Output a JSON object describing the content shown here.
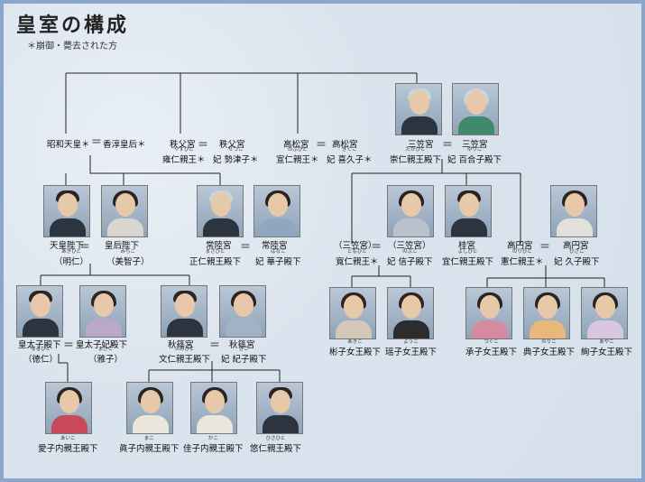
{
  "title": "皇室の構成",
  "note": "＊崩御・薨去された方",
  "people": {
    "showa": "昭和天皇＊",
    "kojun": "香淳皇后＊",
    "chichibu_title_l": "秩父宮",
    "chichibu_title_r": "秩父宮",
    "yasuhito": "雍仁親王＊",
    "yasuhito_ruby": "やすひと",
    "setsuko": "妃 勢津子＊",
    "setsuko_ruby": "せつこ",
    "takamatsu_title_l": "高松宮",
    "takamatsu_title_r": "高松宮",
    "nobuhito": "宣仁親王＊",
    "nobuhito_ruby": "のぶひと",
    "kikuko": "妃 喜久子＊",
    "kikuko_ruby": "きくこ",
    "mikasa_title_l": "三笠宮",
    "mikasa_title_r": "三笠宮",
    "takahito": "崇仁親王殿下",
    "takahito_ruby": "たかひと",
    "yuriko": "妃 百合子殿下",
    "yuriko_ruby": "ゆりこ",
    "tenno": "天皇陛下",
    "akihito": "（明仁）",
    "akihito_ruby": "あきひと",
    "kogo": "皇后陛下",
    "michiko": "（美智子）",
    "michiko_ruby": "みちこ",
    "hitachi_title_l": "常陸宮",
    "hitachi_title_r": "常陸宮",
    "masahito": "正仁親王殿下",
    "masahito_ruby": "まさひと",
    "hanako": "妃 華子殿下",
    "hanako_ruby": "はなこ",
    "mk_tomohito_title": "（三笠宮）",
    "tomohito": "寬仁親王＊",
    "tomohito_ruby": "ともひと",
    "mk_nobuko_title": "（三笠宮）",
    "nobuko": "妃 信子殿下",
    "nobuko_ruby": "のぶこ",
    "katsura_title": "桂宮",
    "yoshihito": "宜仁親王殿下",
    "yoshihito_ruby": "よしひと",
    "takamado_title_l": "高円宮",
    "takamado_title_r": "高円宮",
    "norihito": "憲仁親王＊",
    "norihito_ruby": "のりひと",
    "hisako": "妃 久子殿下",
    "hisako_ruby": "ひさこ",
    "kotaishi": "皇太子殿下",
    "naruhito": "（徳仁）",
    "naruhito_ruby": "なるひと",
    "kotaishihi": "皇太子妃殿下",
    "masako": "（雅子）",
    "masako_ruby": "まさこ",
    "akishino_title_l": "秋篠宮",
    "akishino_title_r": "秋篠宮",
    "fumihito": "文仁親王殿下",
    "fumihito_ruby": "ふみひと",
    "kiko": "妃 紀子殿下",
    "kiko_ruby": "きこ",
    "akiko": "彬子女王殿下",
    "akiko_ruby": "あきこ",
    "yoko": "瑶子女王殿下",
    "yoko_ruby": "ようこ",
    "tsuguko": "承子女王殿下",
    "tsuguko_ruby": "つぐこ",
    "noriko": "典子女王殿下",
    "noriko_ruby": "のりこ",
    "ayako": "絢子女王殿下",
    "ayako_ruby": "あやこ",
    "aiko": "愛子内親王殿下",
    "aiko_ruby": "あいこ",
    "mako": "眞子内親王殿下",
    "mako_ruby": "まこ",
    "kako": "佳子内親王殿下",
    "kako_ruby": "かこ",
    "hisahito": "悠仁親王殿下",
    "hisahito_ruby": "ひさひと"
  },
  "colors": {
    "frame": "#8aa6cc",
    "background": "#dde6f0",
    "line": "#222222"
  }
}
